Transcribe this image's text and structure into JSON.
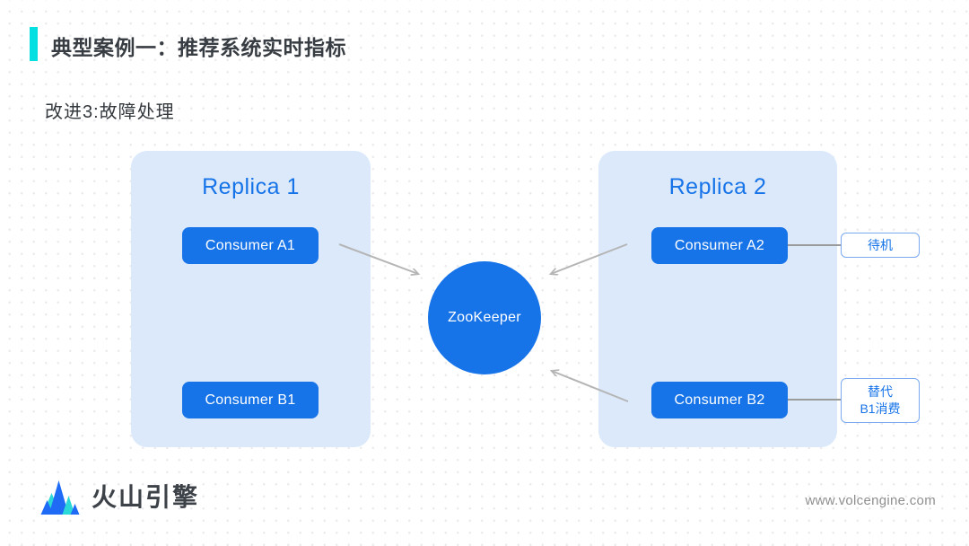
{
  "slide": {
    "title": "典型案例一：推荐系统实时指标",
    "subtitle": "改进3:故障处理"
  },
  "diagram": {
    "replica1": {
      "title": "Replica 1",
      "consumer_a": "Consumer A1",
      "consumer_b": "Consumer B1",
      "consumer_b_state": "crossed-out"
    },
    "replica2": {
      "title": "Replica 2",
      "consumer_a": "Consumer A2",
      "consumer_b": "Consumer B2"
    },
    "zookeeper": "ZooKeeper",
    "annotations": {
      "standby": "待机",
      "replace_line1": "替代",
      "replace_line2": "B1消费"
    }
  },
  "footer": {
    "brand": "火山引擎",
    "website": "www.volcengine.com"
  },
  "colors": {
    "primary_blue": "#1673e8",
    "panel_light_blue": "#dbe9fb",
    "accent_cyan": "#04dfe1",
    "cross_red": "#e26a5a",
    "arrow_gray": "#b5b5b5",
    "connector_gray": "#9b9b9b",
    "title_text": "#383d43",
    "logo_blue": "#1f6bf5",
    "logo_cyan": "#2bd8d8"
  }
}
